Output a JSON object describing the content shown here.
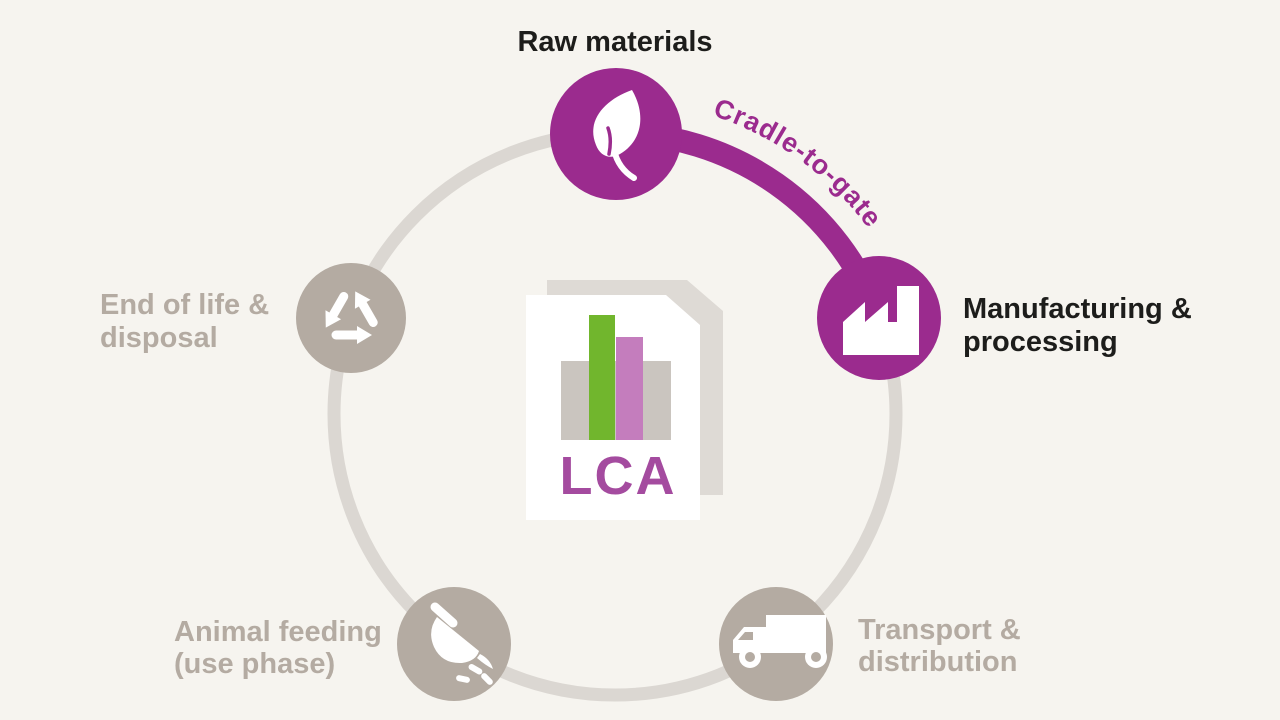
{
  "diagram": {
    "background_color": "#f6f4ef",
    "ring_color": "#dbd7d2",
    "accent_purple": "#9b2b8e",
    "node_gray": "#b4aba2",
    "label_black": "#1d1d1b",
    "label_gray": "#b4aba2",
    "arc_label": "Cradle-to-gate",
    "nodes": {
      "raw_materials": {
        "label": "Raw materials",
        "icon": "leaf-icon",
        "color": "#9b2b8e"
      },
      "manufacturing": {
        "label_line1": "Manufacturing &",
        "label_line2": "processing",
        "icon": "factory-icon",
        "color": "#9b2b8e"
      },
      "transport": {
        "label_line1": "Transport &",
        "label_line2": "distribution",
        "icon": "truck-icon",
        "color": "#b4aba2"
      },
      "animal_feeding": {
        "label_line1": "Animal feeding",
        "label_line2": "(use phase)",
        "icon": "feed-scoop-icon",
        "color": "#b4aba2"
      },
      "end_of_life": {
        "label_line1": "End of life &",
        "label_line2": "disposal",
        "icon": "recycle-icon",
        "color": "#b4aba2"
      }
    },
    "center_document": {
      "label": "LCA",
      "label_color": "#a44b9f",
      "icon": "lca-report-document-icon",
      "bar_colors": {
        "gray": "#cac5bf",
        "green": "#71b62d",
        "pink": "#c47dbd"
      }
    }
  }
}
